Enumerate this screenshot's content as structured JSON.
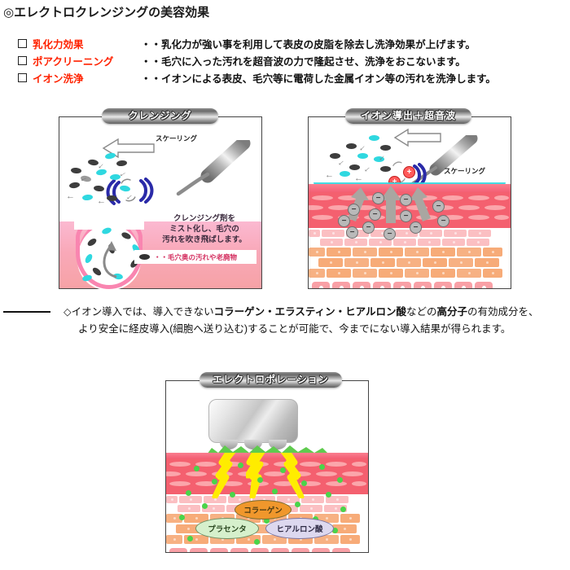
{
  "heading": "◎エレクトロクレンジングの美容効果",
  "features": [
    {
      "label": "乳化力効果",
      "desc": "・・乳化力が強い事を利用して表皮の皮脂を除去し洗浄効果が上げます。"
    },
    {
      "label": "ポアクリーニング",
      "desc": "・・毛穴に入った汚れを超音波の力で隆起させ、洗浄をおこないます。"
    },
    {
      "label": "イオン洗浄",
      "desc": "・・イオンによる表皮、毛穴等に電荷した金属イオン等の汚れを洗浄します。"
    }
  ],
  "panels": {
    "cleansing": {
      "title": "クレンジング",
      "scaling_label": "スケーリング",
      "note": "クレンジング剤を\nミスト化し、毛穴の\n汚れを吹き飛ばします。",
      "note_line1": "クレンジング剤を",
      "note_line2": "ミスト化し、毛穴の",
      "note_line3": "汚れを吹き飛ばします。",
      "legend_text": "・・毛穴奥の汚れや老廃物"
    },
    "ion": {
      "title": "イオン導出＋超音波",
      "scaling_label": "スケーリング",
      "plus_symbol": "+",
      "minus_symbol": "−"
    },
    "electro": {
      "title": "エレクトロポレーション",
      "ingredients": [
        {
          "name": "コラーゲン",
          "color": "#f0972c"
        },
        {
          "name": "プラセンタ",
          "color": "#d6f0cc"
        },
        {
          "name": "ヒアルロン酸",
          "color": "#ddd8ef"
        }
      ]
    }
  },
  "mid_note": {
    "line1_a": "◇イオン導入では、導入できない",
    "line1_b": "コラーゲン・エラスティン・ヒアルロン酸",
    "line1_c": "などの",
    "line1_d": "高分子",
    "line1_e": "の有効成分を、",
    "line2": "より安全に経皮導入(細胞へ送り込む)することが可能で、今までにない導入結果が得られます。"
  },
  "colors": {
    "accent_red": "#ff2200",
    "skin_red": "#f4606f",
    "skin_pink": "#f9a0a6",
    "skin_orange": "#f5a46a",
    "cyan_particle": "#2fd8e0",
    "dark_particle": "#3d3d3d",
    "bolt_yellow": "#ffec00",
    "green_dot": "#4ad44a"
  }
}
